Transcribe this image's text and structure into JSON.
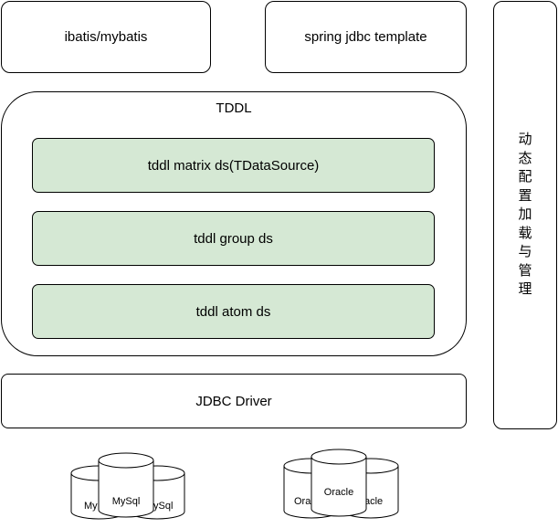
{
  "boxes": {
    "ibatis": "ibatis/mybatis",
    "spring": "spring jdbc template",
    "tddl_title": "TDDL",
    "matrix": "tddl matrix ds(TDataSource)",
    "group": "tddl group ds",
    "atom": "tddl atom ds",
    "jdbc": "JDBC Driver"
  },
  "side_panel": {
    "chars": [
      "动",
      "态",
      "配",
      "置",
      "加",
      "载",
      "与",
      "管",
      "理"
    ]
  },
  "databases": {
    "mysql": {
      "left": "My",
      "center": "MySql",
      "right": "ySql"
    },
    "oracle": {
      "left": "Ora",
      "center": "Oracle",
      "right": "acle"
    }
  }
}
